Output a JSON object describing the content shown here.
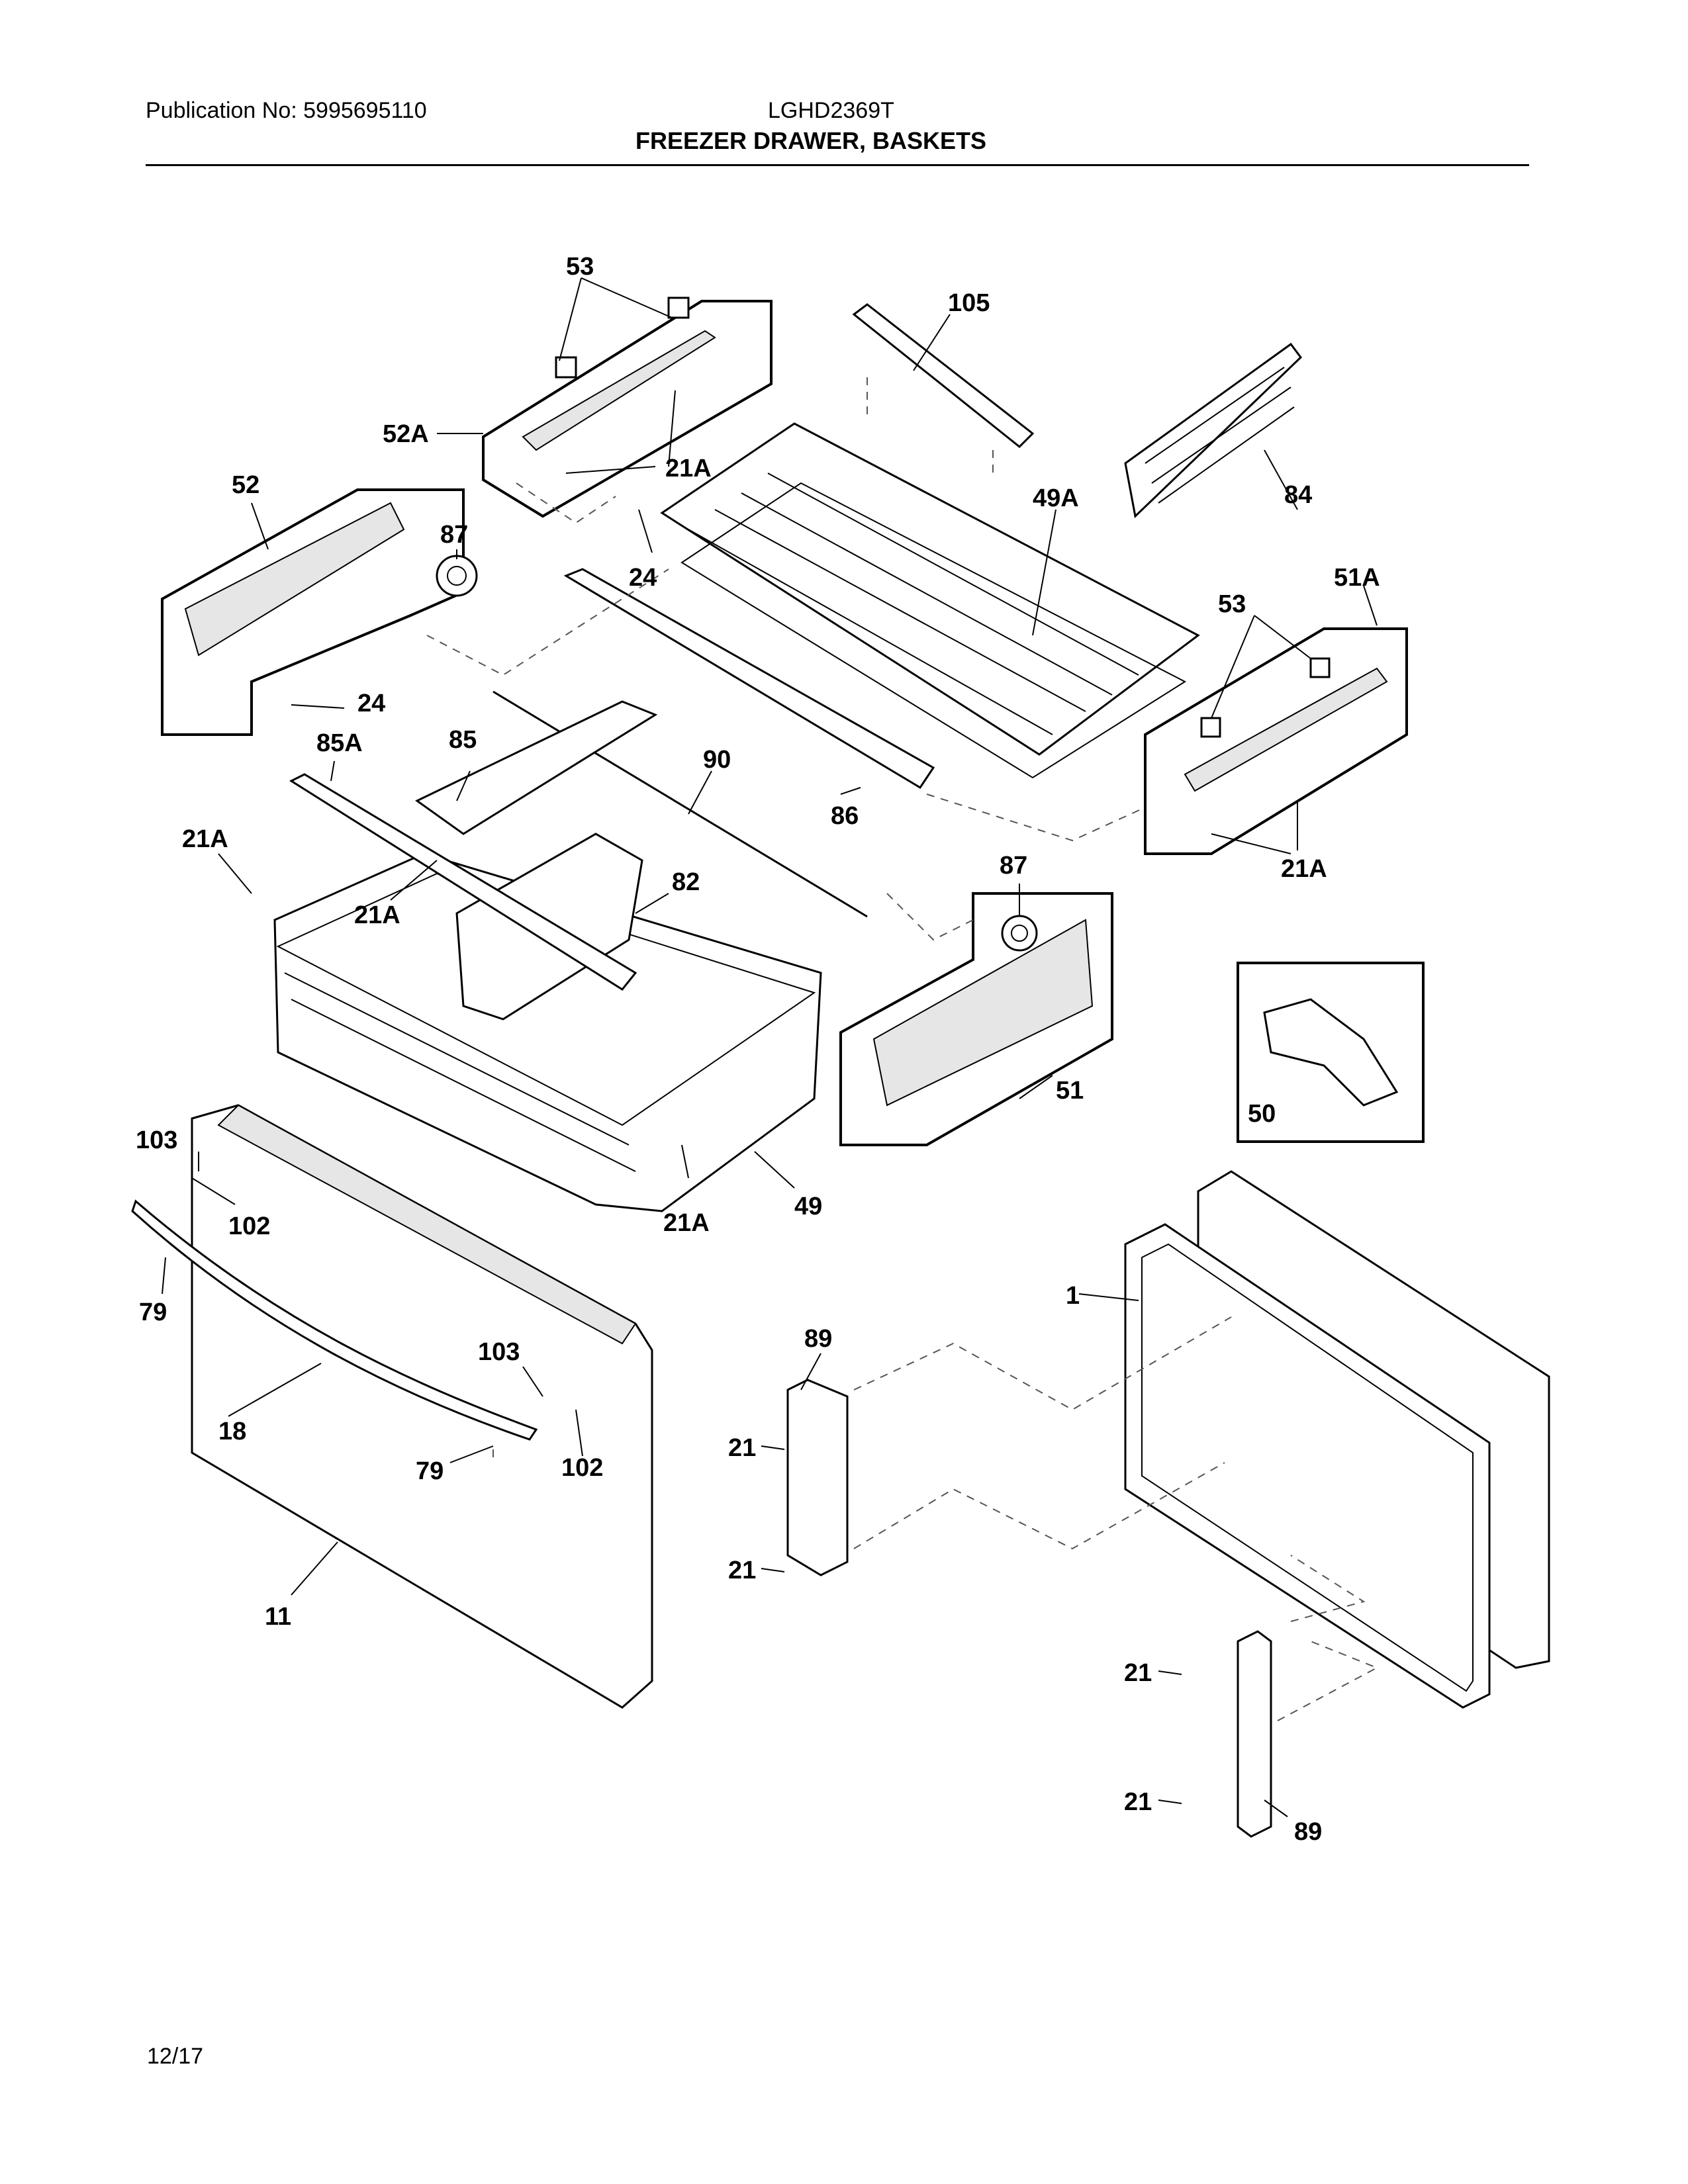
{
  "header": {
    "publication": "Publication No: 5995695110",
    "model": "LGHD2369T",
    "title": "FREEZER DRAWER, BASKETS"
  },
  "footer": {
    "date": "12/17"
  },
  "callouts": {
    "c53a": "53",
    "c105": "105",
    "c52A": "52A",
    "c21Aa": "21A",
    "c52": "52",
    "c87a": "87",
    "c49A": "49A",
    "c84": "84",
    "c24a": "24",
    "c53b": "53",
    "c51A": "51A",
    "c24b": "24",
    "c85A": "85A",
    "c85": "85",
    "c90": "90",
    "c86": "86",
    "c21Ab": "21A",
    "c82": "82",
    "c21Ac": "21A",
    "c87b": "87",
    "c21Ad": "21A",
    "c51": "51",
    "c50": "50",
    "c103a": "103",
    "c102a": "102",
    "c21Ae": "21A",
    "c49": "49",
    "c79a": "79",
    "c1": "1",
    "c89a": "89",
    "c103b": "103",
    "c18": "18",
    "c102b": "102",
    "c79b": "79",
    "c21a": "21",
    "c21b": "21",
    "c11": "11",
    "c21c": "21",
    "c21d": "21",
    "c89b": "89"
  }
}
